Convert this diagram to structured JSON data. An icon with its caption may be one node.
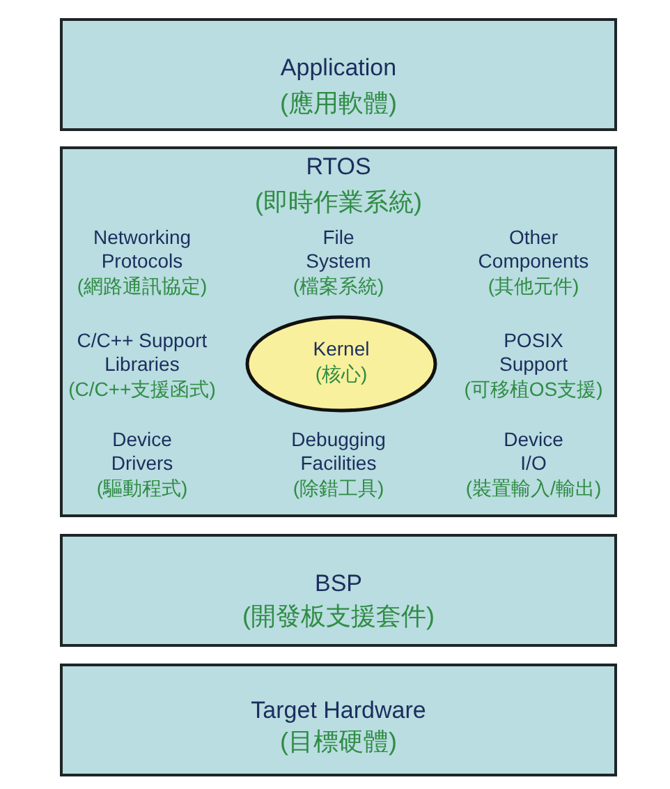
{
  "diagram": {
    "nodes": [
      {
        "text": [
          "Application",
          "(應用軟體)"
        ]
      },
      {
        "text": [
          "RTOS",
          "(即時作業系統)"
        ]
      },
      {
        "text": [
          "Kernel",
          "(核心)"
        ],
        "in": 1
      },
      {
        "text": [
          "BSP",
          "(開發板支援套件)"
        ]
      },
      {
        "text": [
          "Target Hardware",
          "(目標硬體)"
        ]
      }
    ],
    "labels": [
      "Networking Protocols",
      "(網路通訊協定)",
      "File System",
      "(檔案系統)",
      "Other Components",
      "(其他元件)",
      "C/C++ Support Libraries",
      "(C/C++支援函式)",
      "POSIX Support",
      "(可移植OS支援)",
      "Device Drivers",
      "(驅動程式)",
      "Debugging Facilities",
      "(除錯工具)",
      "Device I/O",
      "(裝置輸入/輸出)"
    ]
  }
}
